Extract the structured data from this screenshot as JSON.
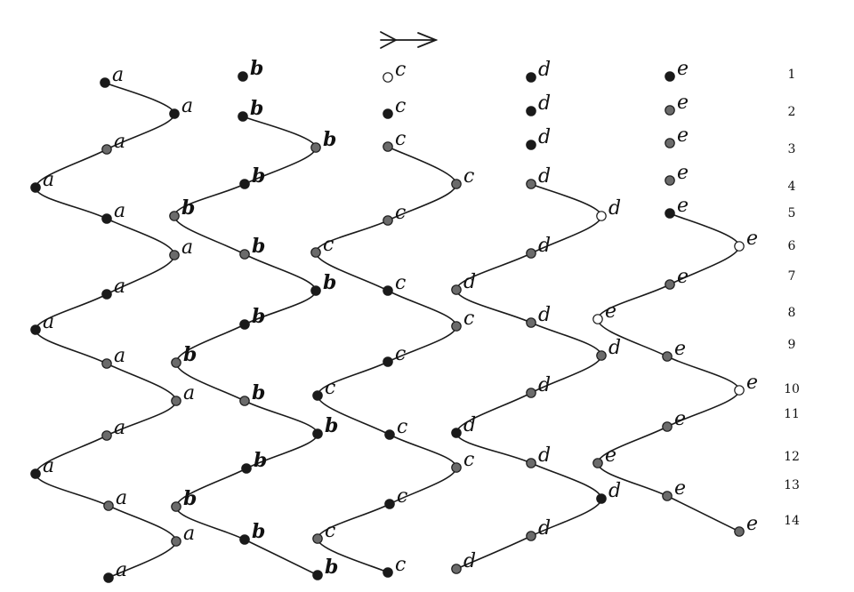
{
  "row_numbers": [
    "1",
    "2",
    "3",
    "4",
    "5",
    "6",
    "7",
    "8",
    "9",
    "10",
    "11",
    "12",
    "13",
    "14"
  ],
  "letters": [
    "a",
    "b",
    "c",
    "d",
    "e"
  ],
  "tones": {
    "ink": "#1a1a1a",
    "mid": "#6b6b6b",
    "paper": "#ffffff"
  }
}
